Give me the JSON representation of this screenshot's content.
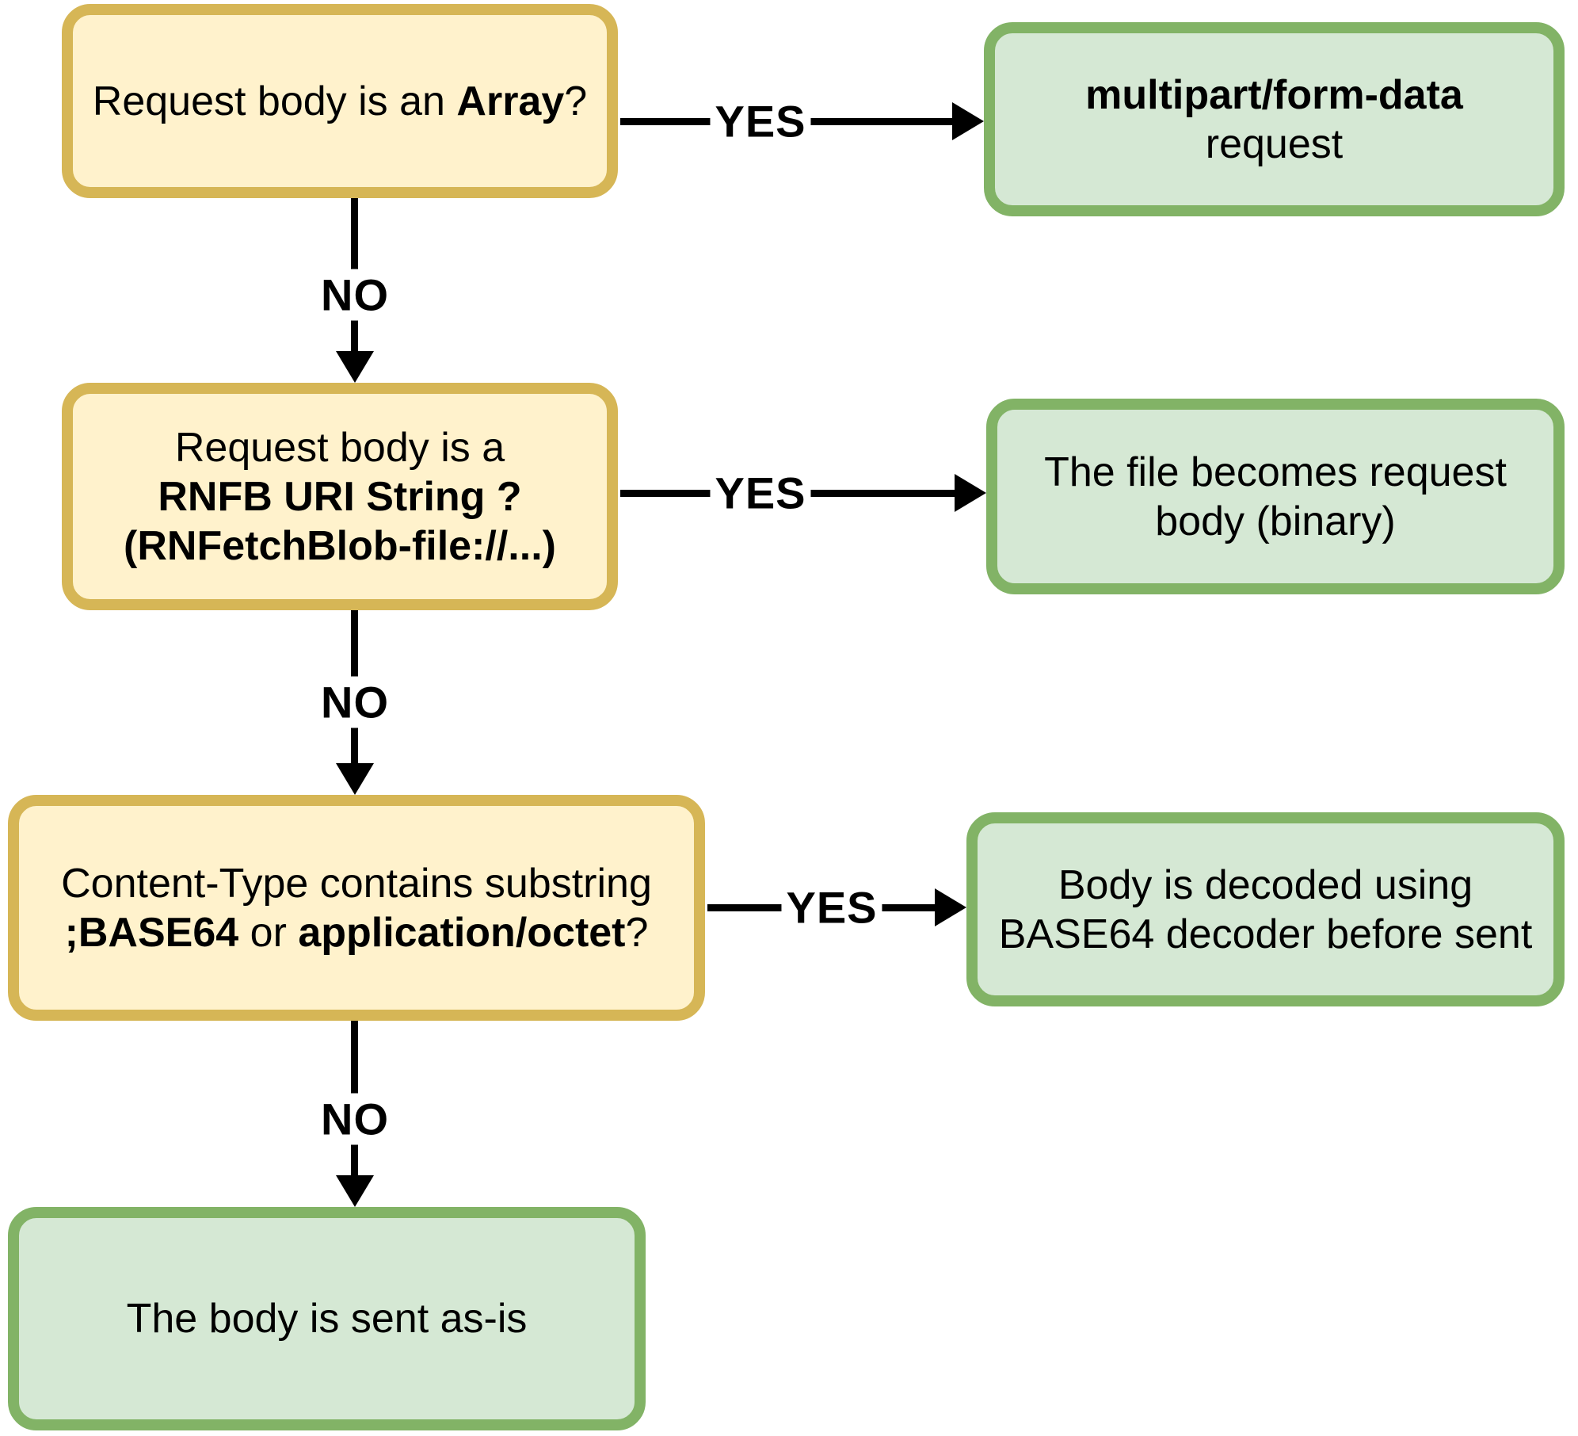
{
  "colors": {
    "yellow_fill": "#FFF2CC",
    "yellow_stroke": "#D6B656",
    "green_fill": "#D5E8D4",
    "green_stroke": "#82B366",
    "arrow": "#000000",
    "text": "#000000",
    "background": "#FFFFFF"
  },
  "nodes": {
    "q1": {
      "pre": "Request body is an ",
      "bold": "Array",
      "post": "?"
    },
    "r1": {
      "line1_bold": "multipart/form-data",
      "line2": "request"
    },
    "q2": {
      "line1": "Request body is a",
      "line2_bold": "RNFB URI String ?",
      "line3_bold": "(RNFetchBlob-file://...)"
    },
    "r2": {
      "line1": "The file becomes request",
      "line2": "body (binary)"
    },
    "q3": {
      "line1": "Content-Type contains substring",
      "line2_bold1": ";BASE64",
      "line2_mid": " or ",
      "line2_bold2": "application/octet",
      "line2_post": "?"
    },
    "r3": {
      "line1": "Body is decoded using",
      "line2": "BASE64 decoder before sent"
    },
    "end": {
      "line1": "The body is sent as-is"
    }
  },
  "edge_labels": {
    "yes1": "YES",
    "no1": "NO",
    "yes2": "YES",
    "no2": "NO",
    "yes3": "YES",
    "no3": "NO"
  }
}
